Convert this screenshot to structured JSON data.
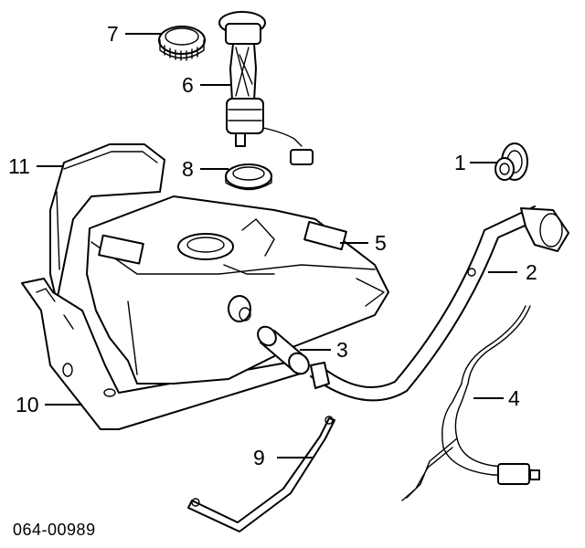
{
  "callouts": [
    {
      "id": "1",
      "label": "1"
    },
    {
      "id": "2",
      "label": "2"
    },
    {
      "id": "3",
      "label": "3"
    },
    {
      "id": "4",
      "label": "4"
    },
    {
      "id": "5",
      "label": "5"
    },
    {
      "id": "6",
      "label": "6"
    },
    {
      "id": "7",
      "label": "7"
    },
    {
      "id": "8",
      "label": "8"
    },
    {
      "id": "9",
      "label": "9"
    },
    {
      "id": "10",
      "label": "10"
    },
    {
      "id": "11",
      "label": "11"
    }
  ],
  "reference_code": "064-00989"
}
